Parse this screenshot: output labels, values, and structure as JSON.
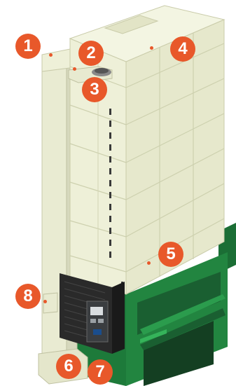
{
  "colors": {
    "badge": "#e8582a",
    "body_panels": "#eef0d8",
    "base_green": "#1f7a3c",
    "control_panel": "#222222"
  },
  "callouts": [
    {
      "label": "1"
    },
    {
      "label": "2"
    },
    {
      "label": "3"
    },
    {
      "label": "4"
    },
    {
      "label": "5"
    },
    {
      "label": "6"
    },
    {
      "label": "7"
    },
    {
      "label": "8"
    }
  ]
}
